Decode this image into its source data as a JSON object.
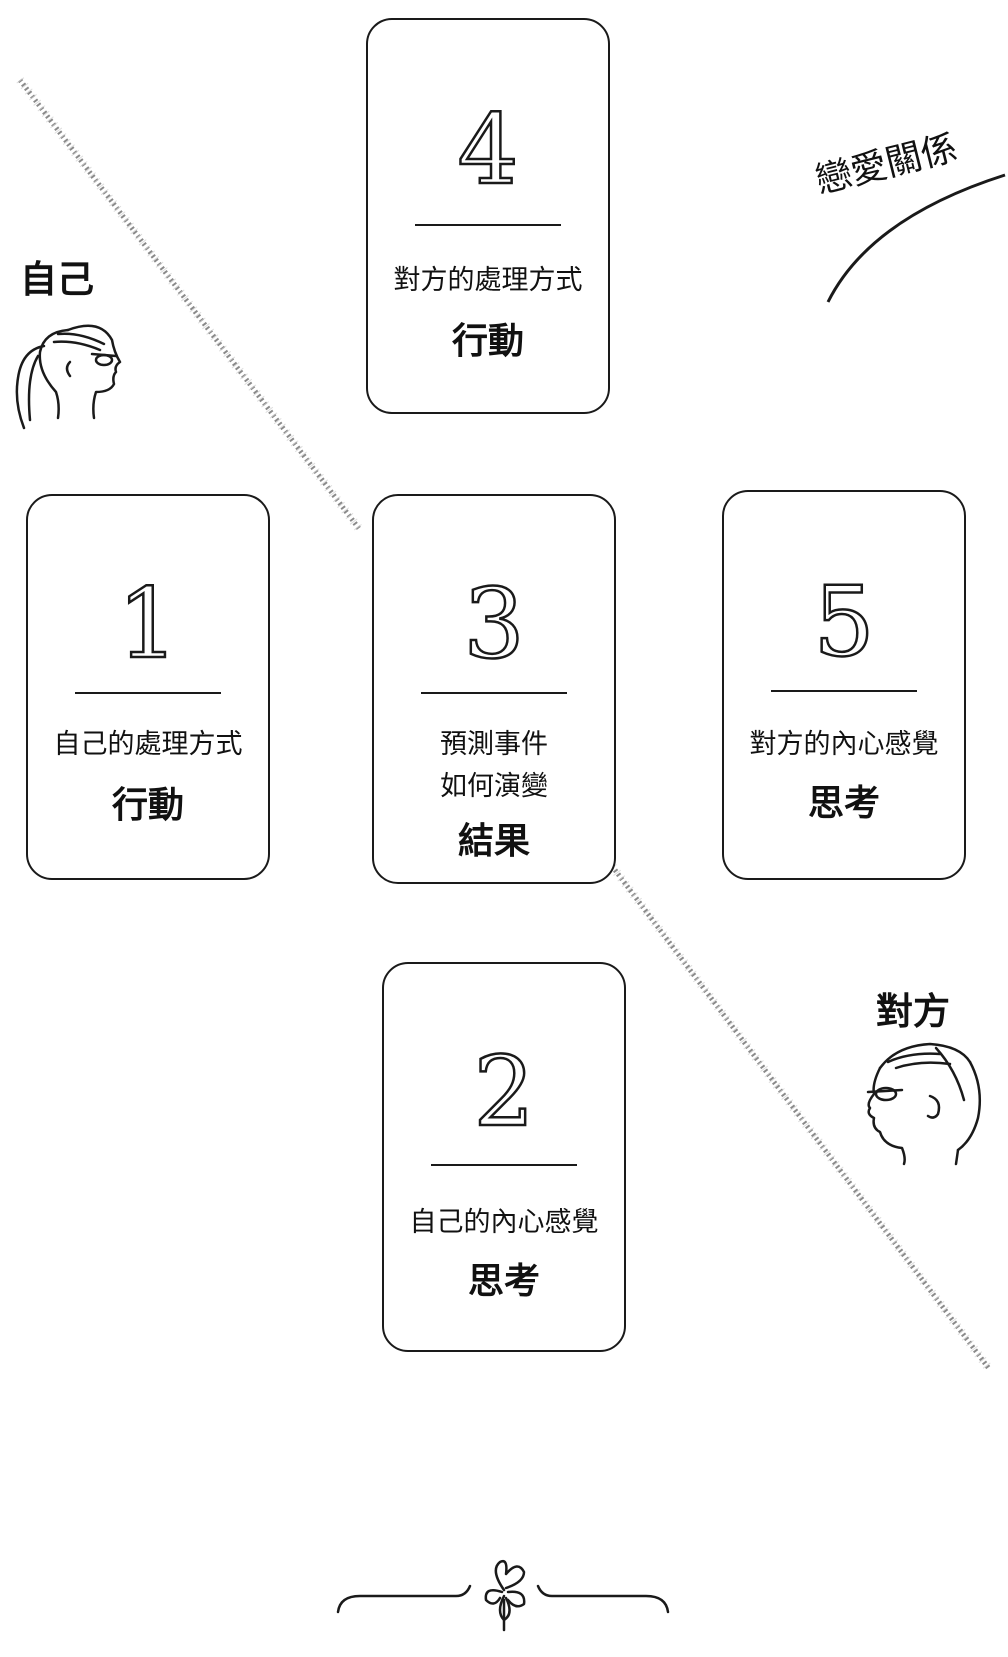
{
  "diagram": {
    "title": "戀愛關係",
    "left_person_label": "自己",
    "right_person_label": "對方",
    "cards": [
      {
        "id": "card-1",
        "number": "1",
        "lines": [
          "自己的處理方式"
        ],
        "keyword": "行動"
      },
      {
        "id": "card-2",
        "number": "2",
        "lines": [
          "自己的內心感覺"
        ],
        "keyword": "思考"
      },
      {
        "id": "card-3",
        "number": "3",
        "lines": [
          "預測事件",
          "如何演變"
        ],
        "keyword": "結果"
      },
      {
        "id": "card-4",
        "number": "4",
        "lines": [
          "對方的處理方式"
        ],
        "keyword": "行動"
      },
      {
        "id": "card-5",
        "number": "5",
        "lines": [
          "對方的內心感覺"
        ],
        "keyword": "思考"
      }
    ]
  },
  "icons": {
    "left_person": "woman-head-icon",
    "right_person": "man-head-icon",
    "ornament": "clover-ornament-icon"
  },
  "colors": {
    "ink": "#1a1a1a",
    "background": "#ffffff",
    "divider": "#8a8a8a"
  }
}
